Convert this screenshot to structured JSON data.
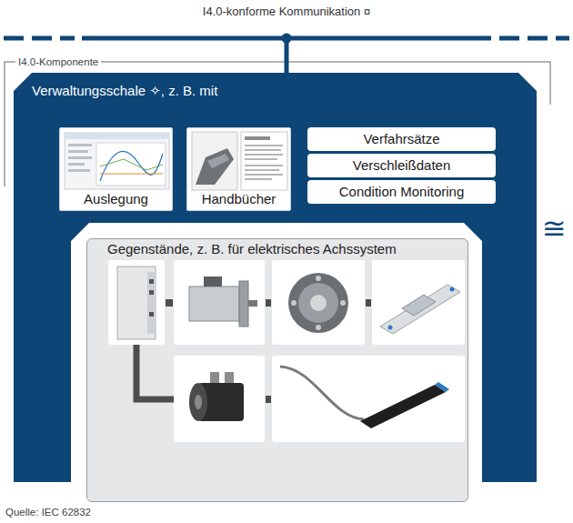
{
  "diagram": {
    "caption": "Quelle: IEC 62832",
    "nodes": [
      {
        "text": [
          "Verwaltungsschale ✧, z. B. mit"
        ]
      },
      {
        "text": [
          "Auslegung"
        ],
        "in": 0
      },
      {
        "text": [
          "Handbücher"
        ],
        "in": 0
      },
      {
        "text": [
          "Verfahrsätze"
        ],
        "in": 0
      },
      {
        "text": [
          "Verschleißdaten"
        ],
        "in": 0
      },
      {
        "text": [
          "Condition Monitoring"
        ],
        "in": 0
      },
      {
        "text": [
          "Gegenstände, z. B. für elektrisches Achssystem"
        ]
      }
    ],
    "labels": [
      "I4.0-konforme Kommunikation ¤",
      "I4.0-Komponente",
      "≅"
    ]
  }
}
